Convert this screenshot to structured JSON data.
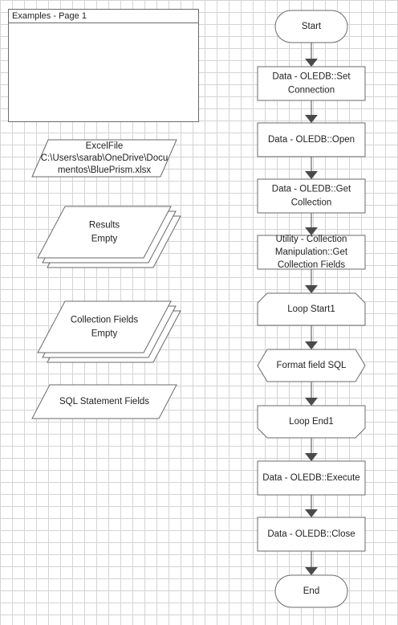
{
  "page": {
    "title": "Examples - Page 1"
  },
  "data_items": [
    {
      "lines": [
        "ExcelFile",
        "C:\\Users\\sarab\\OneDrive\\Docu",
        "mentos\\BluePrism.xlsx"
      ],
      "kind": "single"
    },
    {
      "lines": [
        "Results",
        "Empty"
      ],
      "kind": "collection"
    },
    {
      "lines": [
        "Collection Fields",
        "Empty"
      ],
      "kind": "collection"
    },
    {
      "lines": [
        "SQL Statement Fields"
      ],
      "kind": "single"
    }
  ],
  "flow": [
    {
      "shape": "terminal",
      "lines": [
        "Start"
      ]
    },
    {
      "shape": "action",
      "lines": [
        "Data - OLEDB::Set",
        "Connection"
      ]
    },
    {
      "shape": "action",
      "lines": [
        "Data - OLEDB::Open"
      ]
    },
    {
      "shape": "action",
      "lines": [
        "Data - OLEDB::Get",
        "Collection"
      ]
    },
    {
      "shape": "action",
      "lines": [
        "Utility - Collection",
        "Manipulation::Get",
        "Collection Fields"
      ]
    },
    {
      "shape": "loop-start",
      "lines": [
        "Loop Start1"
      ]
    },
    {
      "shape": "calc",
      "lines": [
        "Format field SQL"
      ]
    },
    {
      "shape": "loop-end",
      "lines": [
        "Loop End1"
      ]
    },
    {
      "shape": "action",
      "lines": [
        "Data - OLEDB::Execute"
      ]
    },
    {
      "shape": "action",
      "lines": [
        "Data - OLEDB::Close"
      ]
    },
    {
      "shape": "terminal",
      "lines": [
        "End"
      ]
    }
  ],
  "colors": {
    "stroke": "#6a6a6a",
    "fill": "#ffffff",
    "connector": "#4a4a4a",
    "text": "#222222"
  }
}
